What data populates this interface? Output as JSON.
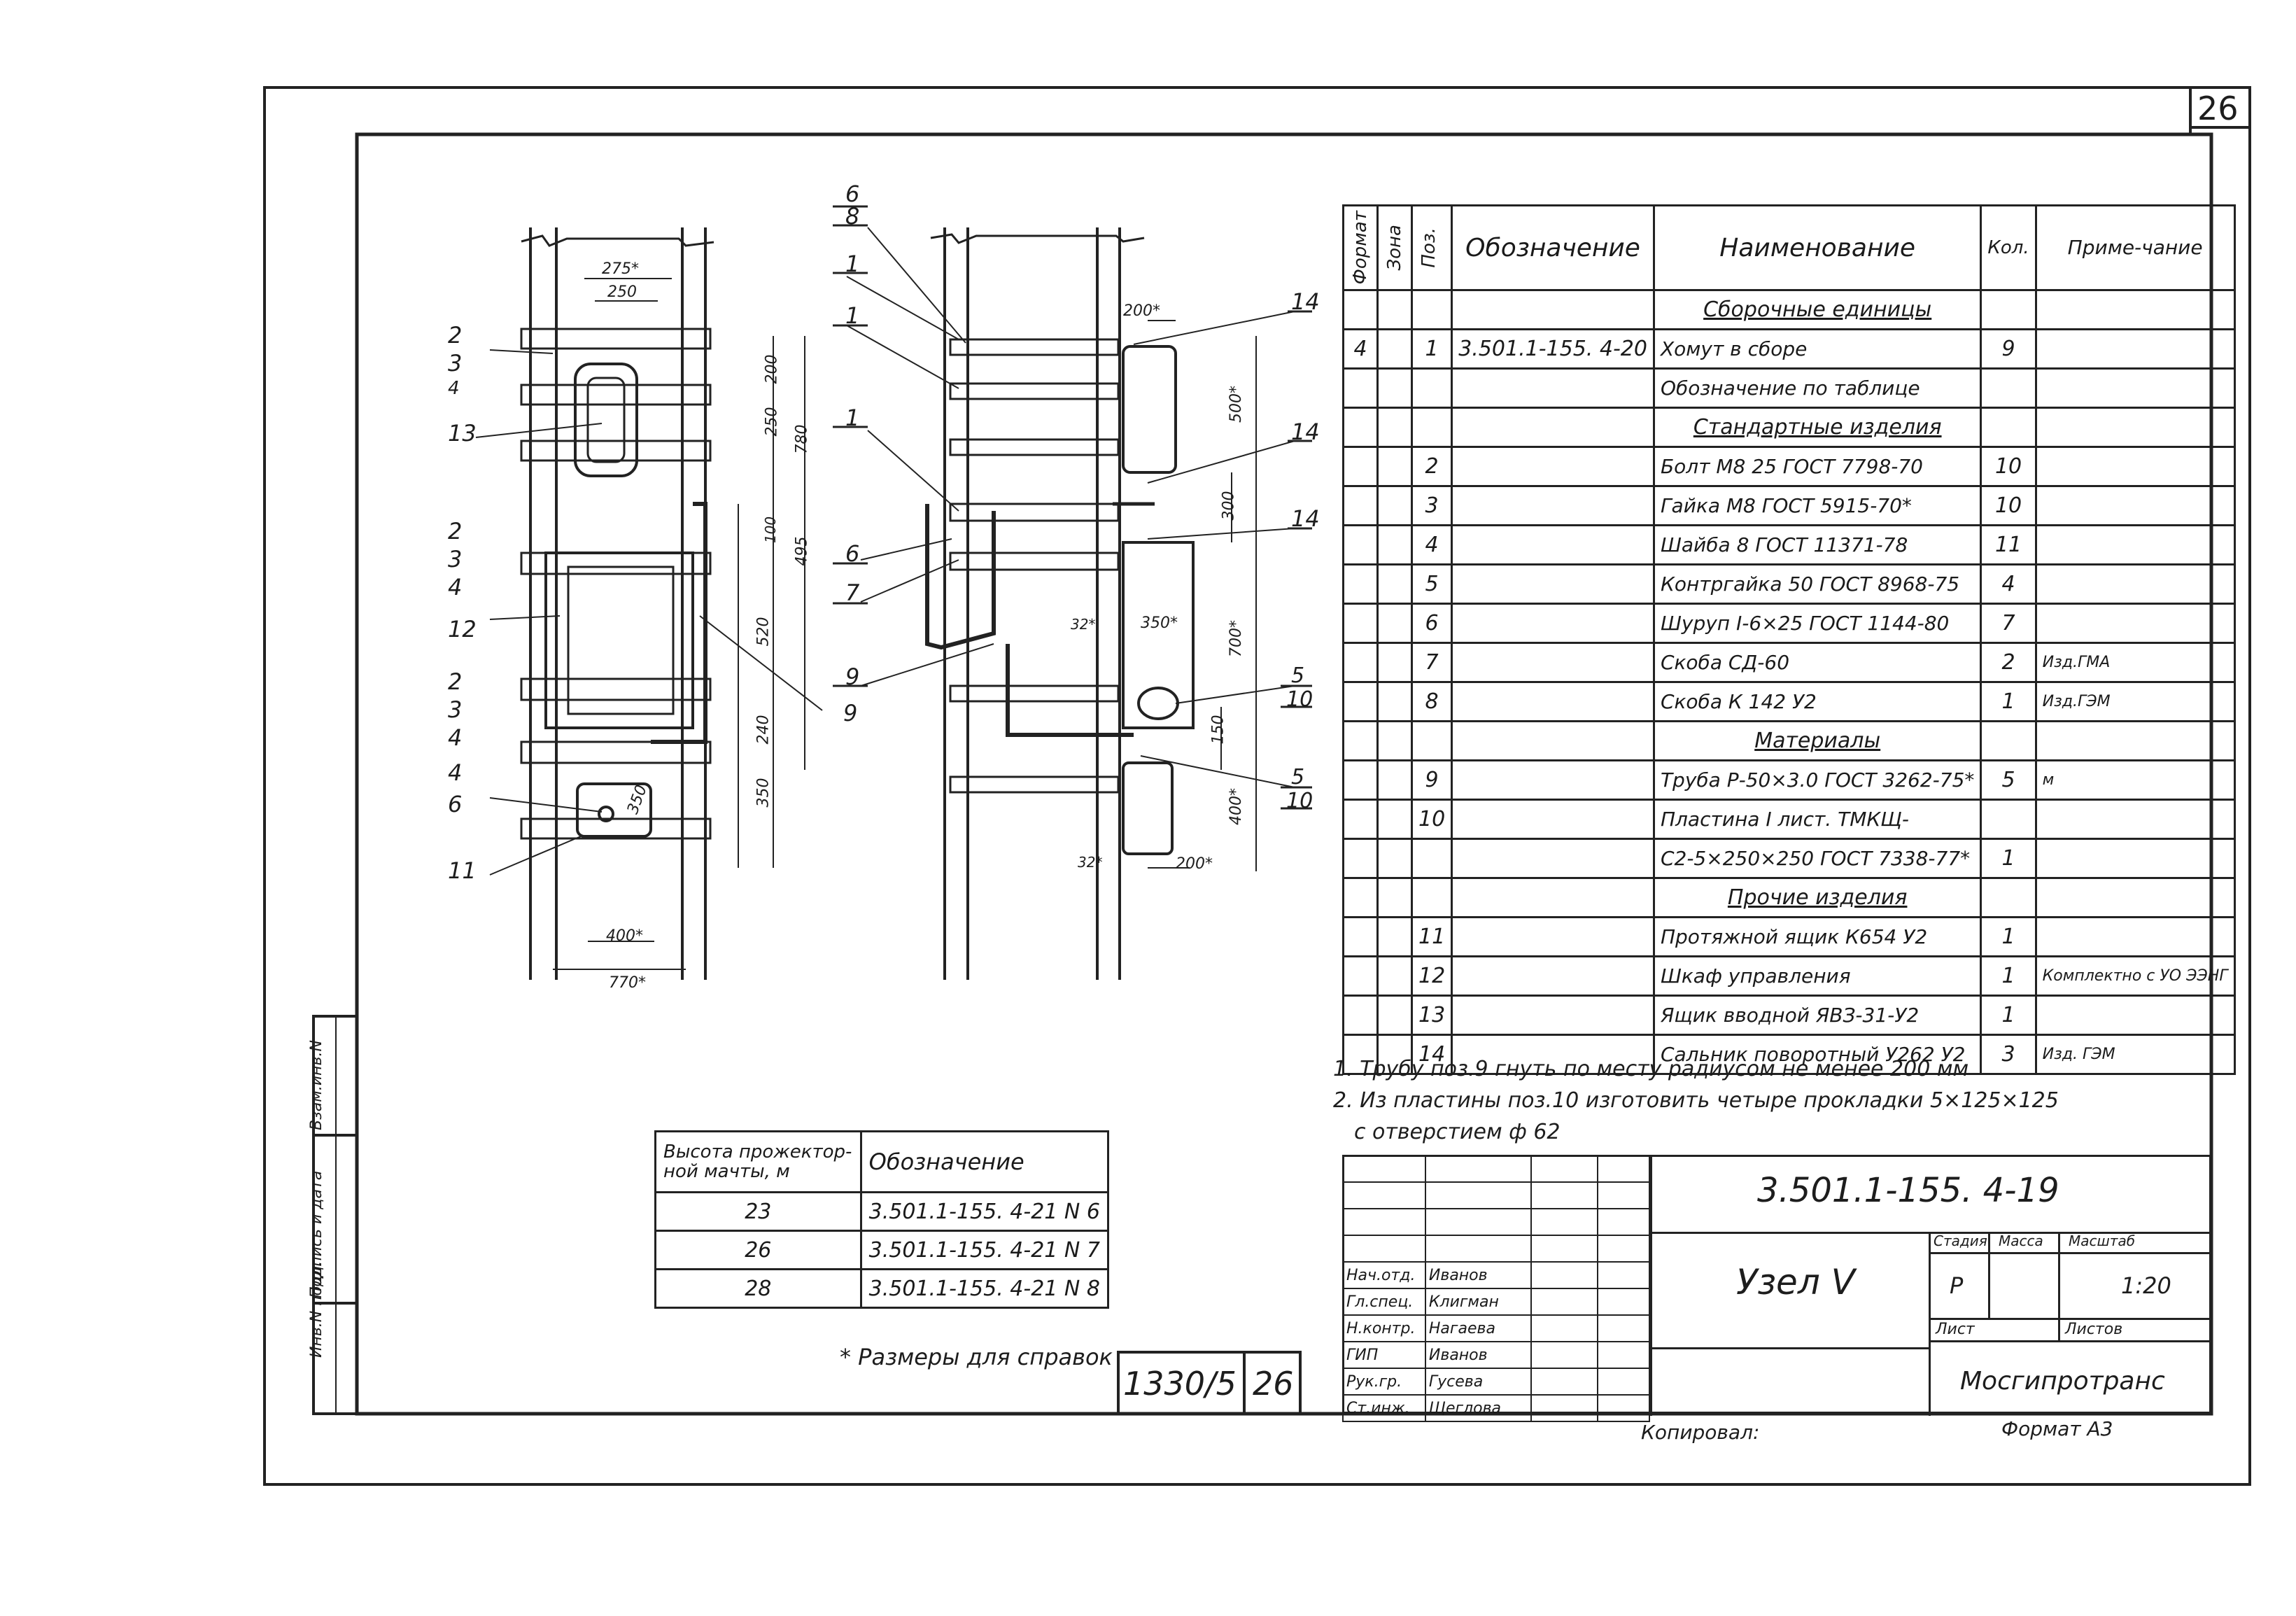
{
  "sheet": {
    "page_number": "26",
    "footer_number": "1330/5",
    "footer_page": "26",
    "note_reference": "* Размеры для справок",
    "copied_by": "Копировал:",
    "format": "Формат А3"
  },
  "side_stamp": [
    "Инв.N подл.",
    "Подпись и дата",
    "Взам.инв.N"
  ],
  "spec_table": {
    "headers": {
      "format": "Формат",
      "zone": "Зона",
      "pos": "Поз.",
      "designation": "Обозначение",
      "name": "Наименование",
      "qty": "Кол.",
      "note": "Приме-чание"
    },
    "rows": [
      {
        "kind": "section",
        "name": "Сборочные единицы"
      },
      {
        "kind": "item",
        "format": "4",
        "pos": "1",
        "designation": "3.501.1-155. 4-20",
        "name": "Хомут в сборе",
        "qty": "9",
        "note": ""
      },
      {
        "kind": "item",
        "format": "",
        "pos": "",
        "designation": "",
        "name": "Обозначение по таблице",
        "qty": "",
        "note": ""
      },
      {
        "kind": "section",
        "name": "Стандартные изделия"
      },
      {
        "kind": "item",
        "pos": "2",
        "name": "Болт М8 25 ГОСТ 7798-70",
        "qty": "10",
        "note": ""
      },
      {
        "kind": "item",
        "pos": "3",
        "name": "Гайка М8 ГОСТ 5915-70*",
        "qty": "10",
        "note": ""
      },
      {
        "kind": "item",
        "pos": "4",
        "name": "Шайба 8 ГОСТ 11371-78",
        "qty": "11",
        "note": ""
      },
      {
        "kind": "item",
        "pos": "5",
        "name": "Контргайка 50 ГОСТ 8968-75",
        "qty": "4",
        "note": ""
      },
      {
        "kind": "item",
        "pos": "6",
        "name": "Шуруп I-6×25 ГОСТ 1144-80",
        "qty": "7",
        "note": ""
      },
      {
        "kind": "item",
        "pos": "7",
        "name": "Скоба СД-60",
        "qty": "2",
        "note": "Изд.ГМА"
      },
      {
        "kind": "item",
        "pos": "8",
        "name": "Скоба К 142 У2",
        "qty": "1",
        "note": "Изд.ГЭМ"
      },
      {
        "kind": "section",
        "name": "Материалы"
      },
      {
        "kind": "item",
        "pos": "9",
        "name": "Труба Р-50×3.0 ГОСТ 3262-75*",
        "qty": "5",
        "note": "м"
      },
      {
        "kind": "item",
        "pos": "10",
        "name": "Пластина I лист. ТМКЩ-",
        "qty": "",
        "note": ""
      },
      {
        "kind": "item",
        "pos": "",
        "name": "С2-5×250×250 ГОСТ 7338-77*",
        "qty": "1",
        "note": ""
      },
      {
        "kind": "section",
        "name": "Прочие изделия"
      },
      {
        "kind": "item",
        "pos": "11",
        "name": "Протяжной ящик К654 У2",
        "qty": "1",
        "note": ""
      },
      {
        "kind": "item",
        "pos": "12",
        "name": "Шкаф управления",
        "qty": "1",
        "note": "Комплектно с УО ЭЭНГ"
      },
      {
        "kind": "item",
        "pos": "13",
        "name": "Ящик вводной ЯВЗ-31-У2",
        "qty": "1",
        "note": ""
      },
      {
        "kind": "item",
        "pos": "14",
        "name": "Сальник поворотный У262 У2",
        "qty": "3",
        "note": "Изд. ГЭМ"
      }
    ]
  },
  "notes": [
    "1. Трубу поз.9 гнуть по месту радиусом не менее 200 мм",
    "2. Из пластины поз.10 изготовить четыре прокладки 5×125×125",
    "с отверстием ф 62"
  ],
  "height_table": {
    "headers": [
      "Высота прожектор-ной мачты, м",
      "Обозначение"
    ],
    "rows": [
      [
        "23",
        "3.501.1-155. 4-21 N 6"
      ],
      [
        "26",
        "3.501.1-155. 4-21 N 7"
      ],
      [
        "28",
        "3.501.1-155. 4-21 N 8"
      ]
    ]
  },
  "title_block": {
    "code": "3.501.1-155. 4-19",
    "title": "Узел V",
    "stage_label": "Стадия",
    "mass_label": "Масса",
    "scale_label": "Масштаб",
    "stage": "Р",
    "scale": "1:20",
    "sheet_label": "Лист",
    "sheets_label": "Листов",
    "organization": "Мосгипротранс",
    "signers": [
      {
        "role": "Нач.отд.",
        "name": "Иванов"
      },
      {
        "role": "Гл.спец.",
        "name": "Клигман"
      },
      {
        "role": "Н.контр.",
        "name": "Нагаева"
      },
      {
        "role": "ГИП",
        "name": "Иванов"
      },
      {
        "role": "Рук.гр.",
        "name": "Гусева"
      },
      {
        "role": "Ст.инж.",
        "name": "Щеглова"
      }
    ]
  },
  "drawing_left": {
    "dims": [
      "275*",
      "250",
      "200",
      "250",
      "780",
      "100",
      "495",
      "520",
      "240",
      "350",
      "350",
      "400*",
      "770*"
    ],
    "callouts": [
      "2",
      "3",
      "4",
      "13",
      "2",
      "3",
      "4",
      "12",
      "2",
      "3",
      "4",
      "4",
      "6",
      "11",
      "9"
    ]
  },
  "drawing_right": {
    "dims": [
      "200*",
      "500*",
      "300",
      "700*",
      "350*",
      "32*",
      "150",
      "400*",
      "32*",
      "200*"
    ],
    "callouts": [
      "6",
      "8",
      "1",
      "1",
      "1",
      "6",
      "7",
      "9",
      "14",
      "14",
      "14",
      "5",
      "10",
      "5",
      "10"
    ]
  }
}
